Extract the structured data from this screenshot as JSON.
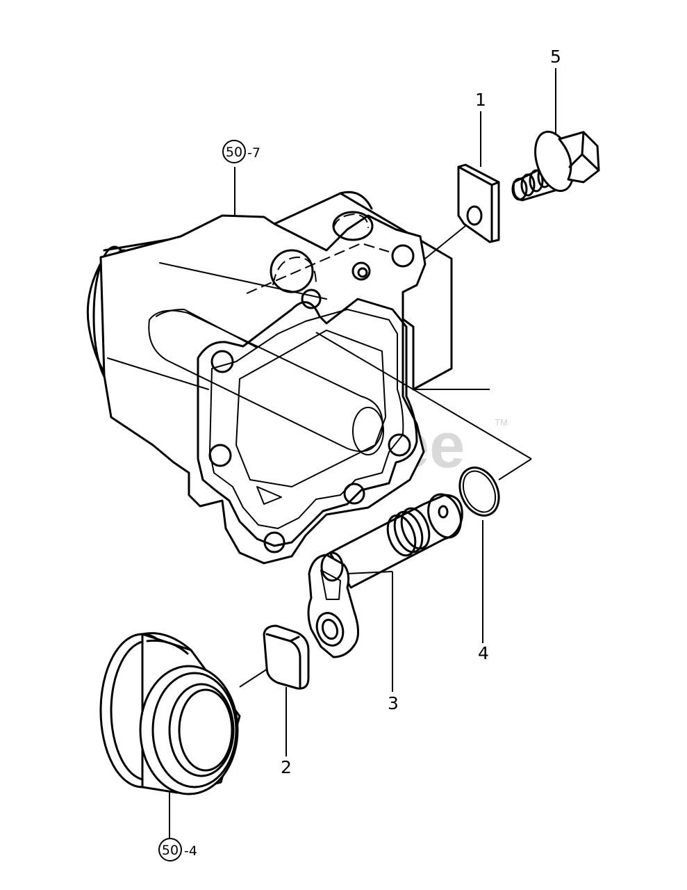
{
  "diagram": {
    "watermark": "PartsTree",
    "watermark_mark": "TM",
    "callouts": [
      {
        "id": "1",
        "label": "1"
      },
      {
        "id": "2",
        "label": "2"
      },
      {
        "id": "3",
        "label": "3"
      },
      {
        "id": "4",
        "label": "4"
      },
      {
        "id": "5",
        "label": "5"
      }
    ],
    "references": [
      {
        "circle": "50",
        "suffix": "-7"
      },
      {
        "circle": "50",
        "suffix": "-4"
      }
    ]
  }
}
